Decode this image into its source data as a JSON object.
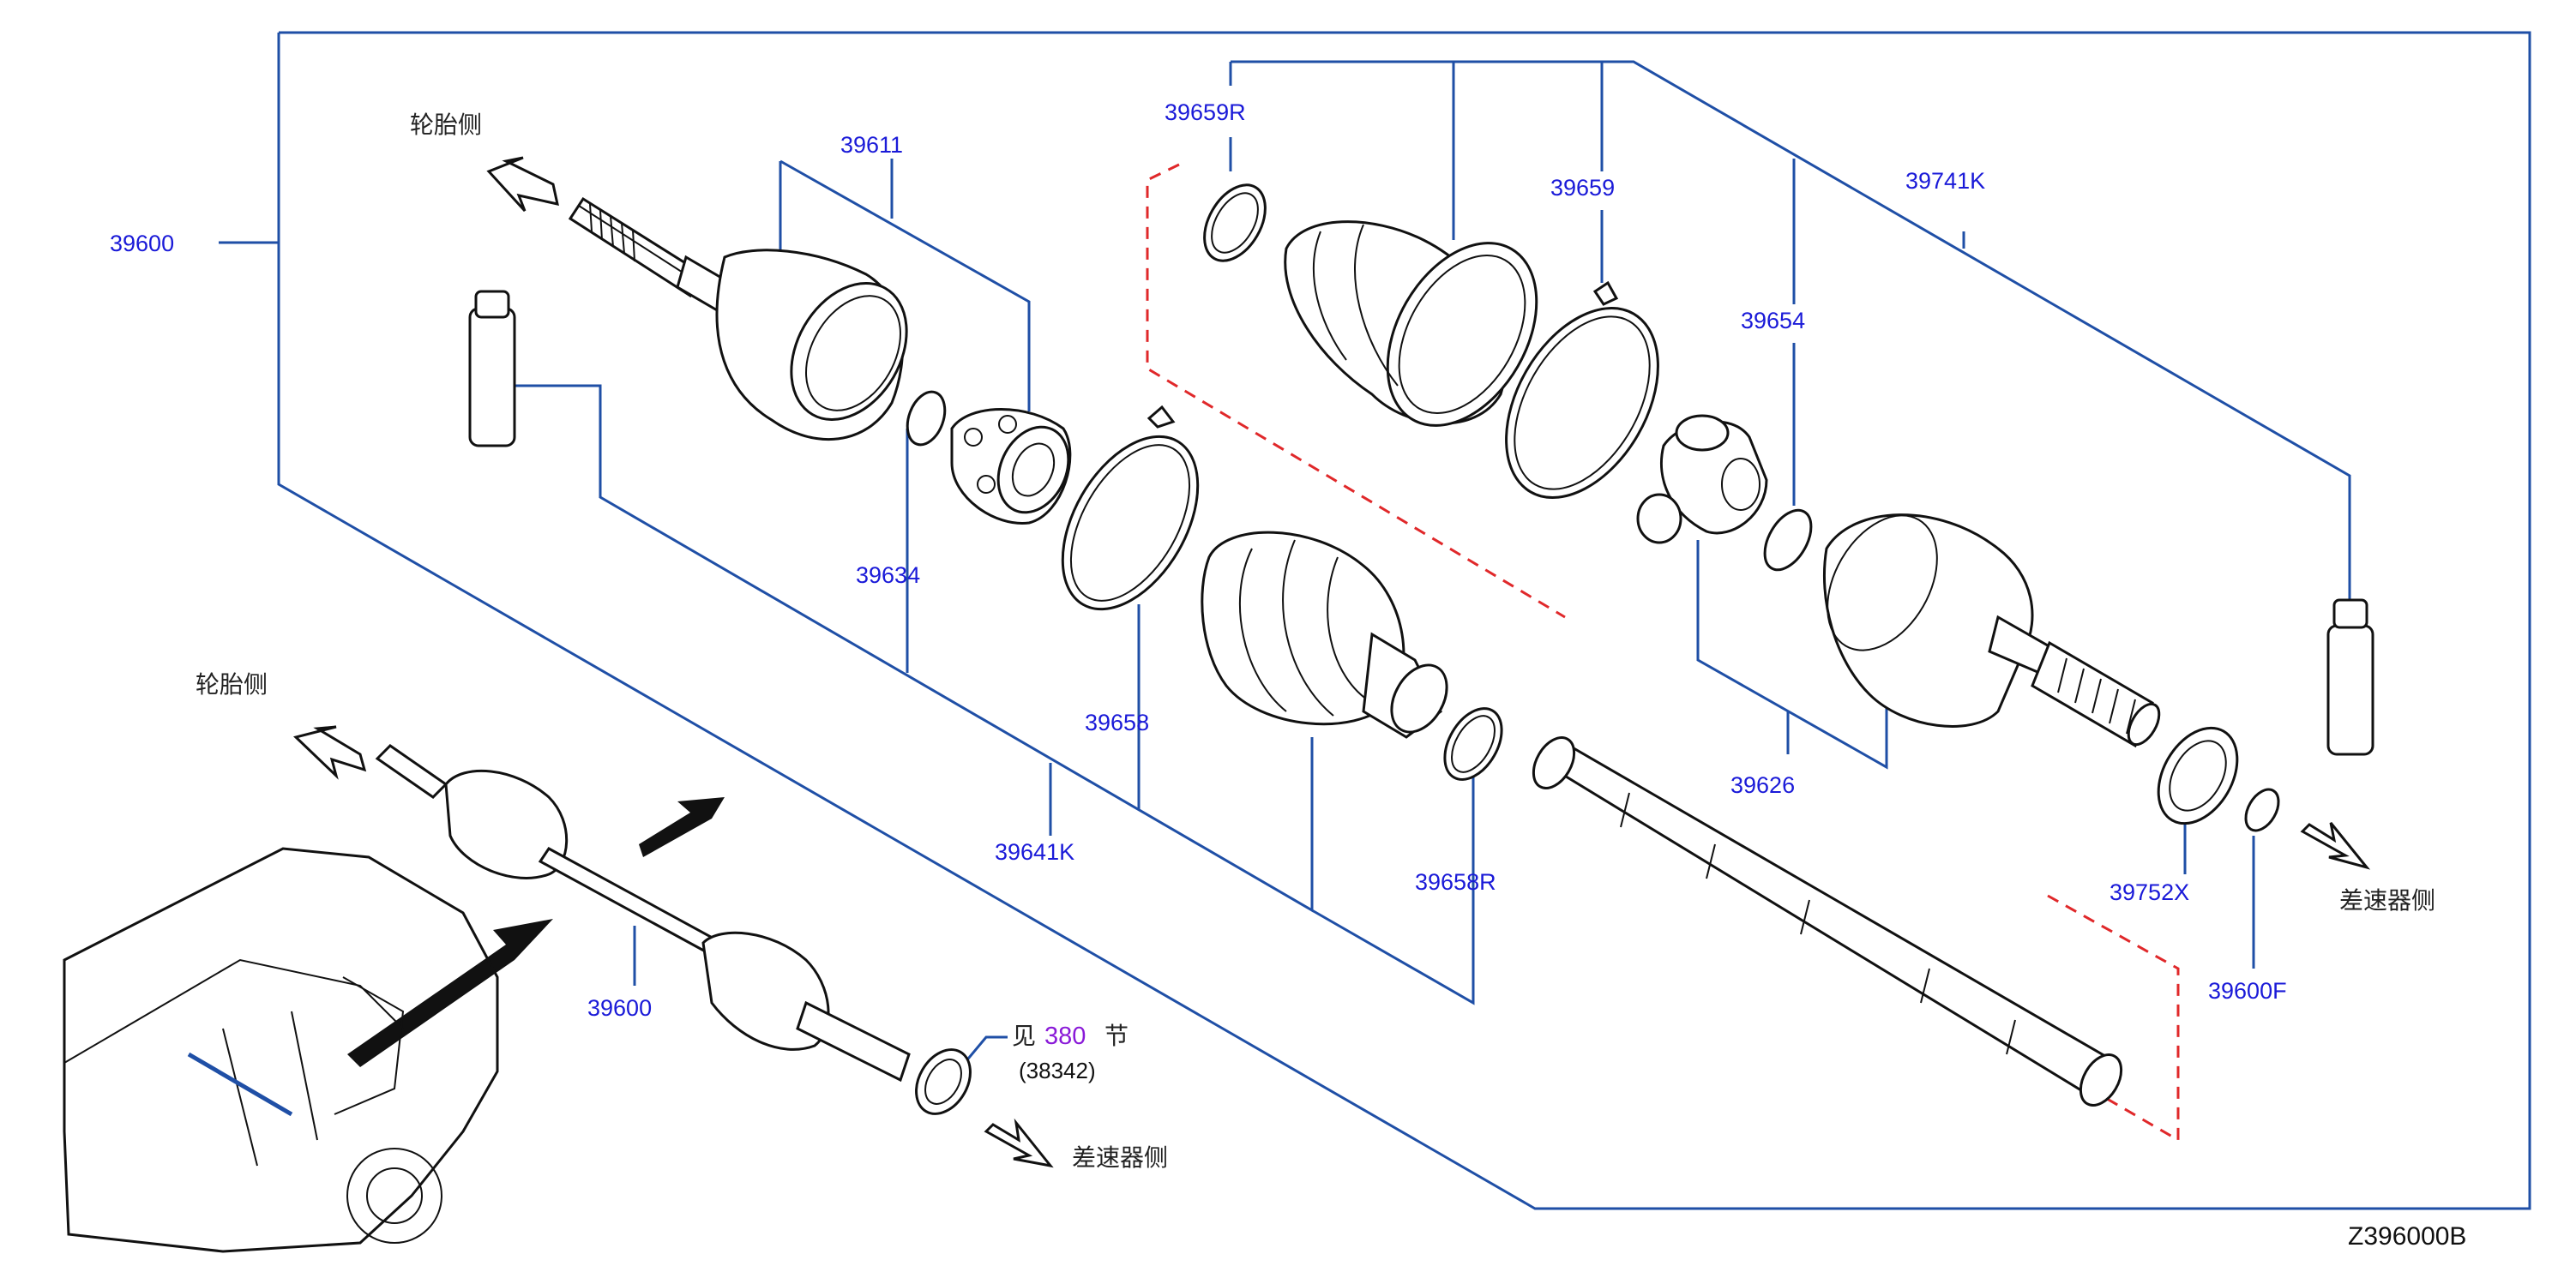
{
  "labels": {
    "p39600_top": "39600",
    "p39611": "39611",
    "p39634": "39634",
    "p39641K": "39641K",
    "p39658": "39658",
    "p39658R": "39658R",
    "p39659R": "39659R",
    "p39659": "39659",
    "p39654": "39654",
    "p39741K": "39741K",
    "p39626": "39626",
    "p39752X": "39752X",
    "p39600F": "39600F",
    "p39600_bottom": "39600"
  },
  "text": {
    "tire_side_top": "轮胎侧",
    "tire_side_bottom": "轮胎侧",
    "diff_side_right": "差速器侧",
    "diff_side_bottom": "差速器侧",
    "see_prefix": "见",
    "see_section": "380",
    "see_suffix": "节",
    "see_ref": "(38342)",
    "diagram_code": "Z396000B"
  },
  "colors": {
    "label_blue": "#1a1ad8",
    "leader_blue": "#1f4fa6",
    "dash_red": "#e0282a",
    "link_purple": "#8a1ad8"
  }
}
